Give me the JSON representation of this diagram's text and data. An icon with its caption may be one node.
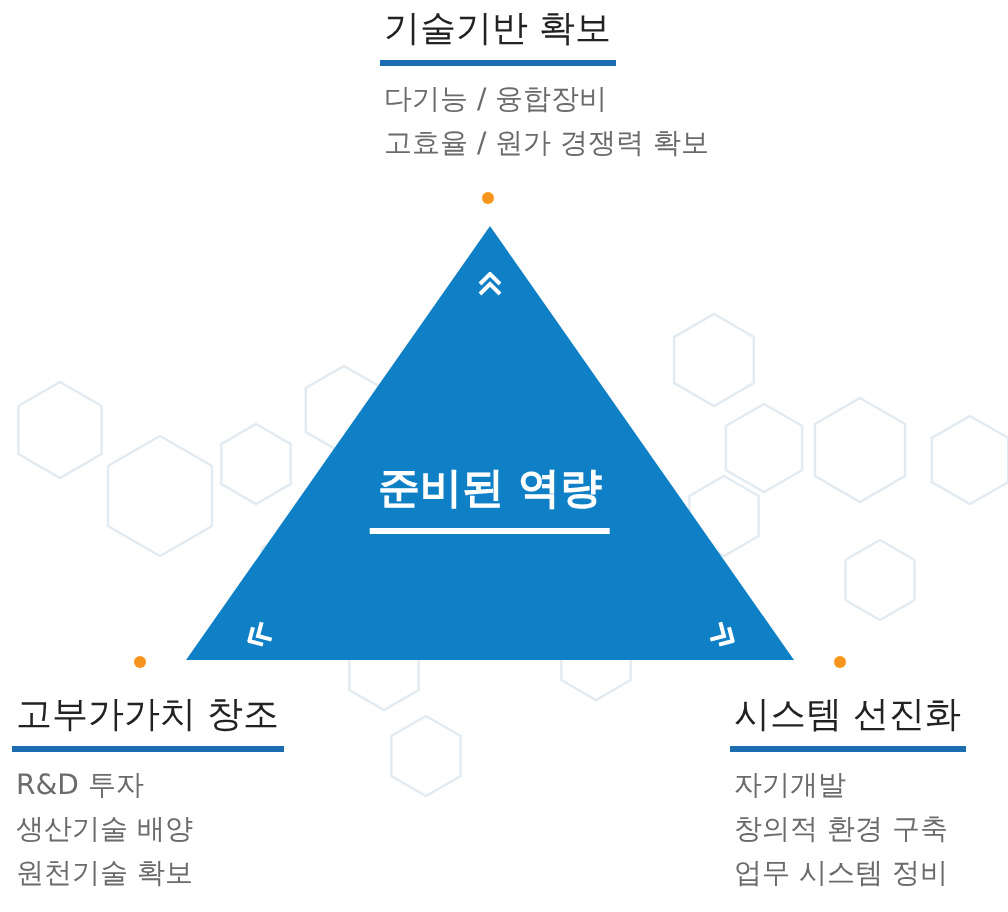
{
  "diagram": {
    "nodes": [
      {
        "text": [
          "기술기반 확보",
          "다기능 / 융합장비",
          "고효율 / 원가 경쟁력 확보"
        ]
      },
      {
        "text": [
          "준비된 역량"
        ]
      },
      {
        "text": [
          "고부가가치 창조",
          "R&D 투자",
          "생산기술 배양",
          "원천기술 확보"
        ]
      },
      {
        "text": [
          "시스템 선진화",
          "자기개발",
          "창의적 환경 구축",
          "업무 시스템 정비"
        ]
      }
    ]
  }
}
